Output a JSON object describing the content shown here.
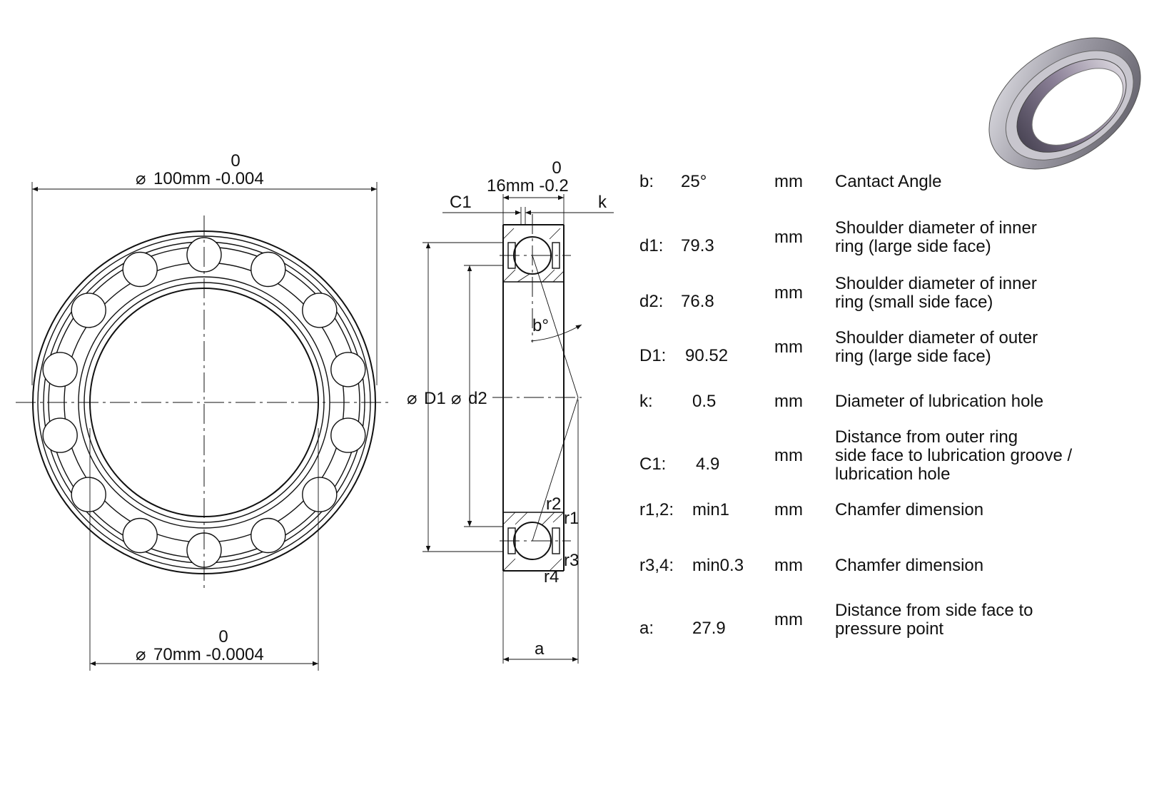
{
  "dimensions": {
    "outer_diameter": {
      "upper": "0",
      "main": "100mm -0.004",
      "symbol": "⌀"
    },
    "inner_diameter": {
      "upper": "0",
      "main": "70mm -0.0004",
      "symbol": "⌀"
    },
    "width": {
      "upper": "0",
      "main": "16mm -0.2"
    },
    "labels": {
      "c1": "C1",
      "k": "k",
      "d1": "D1",
      "d2": "d2",
      "phi": "⌀",
      "b": "b°",
      "r1": "r1",
      "r2": "r2",
      "r3": "r3",
      "r4": "r4",
      "a": "a"
    }
  },
  "parameters": [
    {
      "key": "b:",
      "value": "25°",
      "unit": "mm",
      "desc": [
        "Cantact Angle"
      ]
    },
    {
      "key": "d1:",
      "value": "79.3",
      "unit": "mm",
      "desc": [
        "Shoulder diameter of inner",
        "ring (large side face)"
      ]
    },
    {
      "key": "d2:",
      "value": "76.8",
      "unit": "mm",
      "desc": [
        "Shoulder diameter of inner",
        "ring (small side face)"
      ]
    },
    {
      "key": "D1:",
      "value": "90.52",
      "unit": "mm",
      "desc": [
        "Shoulder diameter of outer",
        "ring (large side face)"
      ]
    },
    {
      "key": "k:",
      "value": "0.5",
      "unit": "mm",
      "desc": [
        "Diameter of lubrication hole"
      ]
    },
    {
      "key": "C1:",
      "value": "4.9",
      "unit": "mm",
      "desc": [
        "Distance from outer ring",
        "side face to lubrication groove /",
        "lubrication hole"
      ]
    },
    {
      "key": "r1,2:",
      "value": "min1",
      "unit": "mm",
      "desc": [
        "Chamfer dimension"
      ]
    },
    {
      "key": "r3,4:",
      "value": "min0.3",
      "unit": "mm",
      "desc": [
        "Chamfer dimension"
      ]
    },
    {
      "key": "a:",
      "value": "27.9",
      "unit": "mm",
      "desc": [
        "Distance from side face to",
        "pressure point"
      ]
    }
  ]
}
